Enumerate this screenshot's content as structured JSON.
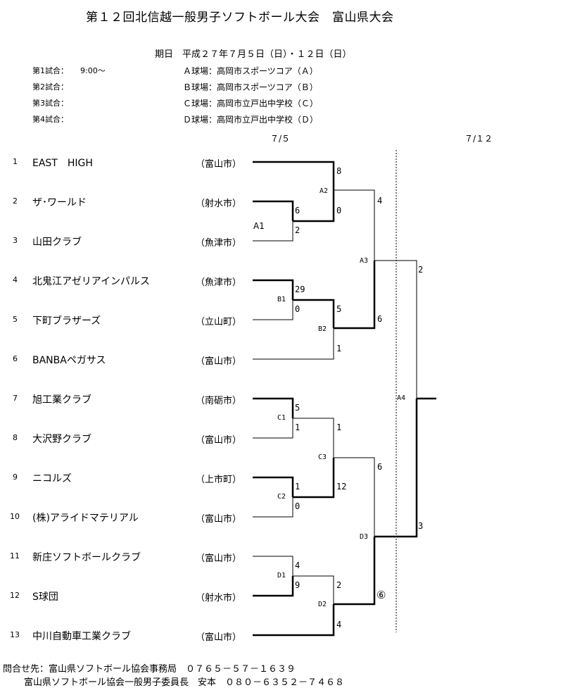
{
  "title": "第１２回北信越一般男子ソフトボール大会　富山県大会",
  "dates_line": "期日　平成２７年７月５日（日）・１２日（日）",
  "schedule": [
    {
      "label": "第1試合：",
      "time": "9:00～"
    },
    {
      "label": "第2試合：",
      "time": ""
    },
    {
      "label": "第3試合：",
      "time": ""
    },
    {
      "label": "第4試合：",
      "time": ""
    }
  ],
  "venues": [
    "Ａ球場：高岡市スポーツコア（Ａ）",
    "Ｂ球場：高岡市スポーツコア（Ｂ）",
    "Ｃ球場：高岡市立戸出中学校（Ｃ）",
    "Ｄ球場：高岡市立戸出中学校（Ｄ）"
  ],
  "day_labels": {
    "day1": "７/５",
    "day2": "７/１２"
  },
  "teams": [
    {
      "num": "1",
      "name": "EAST　HIGH",
      "city": "（富山市）"
    },
    {
      "num": "2",
      "name": "ザ･ワールド",
      "city": "（射水市）"
    },
    {
      "num": "3",
      "name": "山田クラブ",
      "city": "（魚津市）"
    },
    {
      "num": "4",
      "name": "北鬼江アゼリアインパルス",
      "city": "（魚津市）"
    },
    {
      "num": "5",
      "name": "下町ブラザーズ",
      "city": "（立山町）"
    },
    {
      "num": "6",
      "name": "BANBAペガサス",
      "city": "（富山市）"
    },
    {
      "num": "7",
      "name": "旭工業クラブ",
      "city": "（南砺市）"
    },
    {
      "num": "8",
      "name": "大沢野クラブ",
      "city": "（富山市）"
    },
    {
      "num": "9",
      "name": "ニコルズ",
      "city": "（上市町）"
    },
    {
      "num": "10",
      "name": "(株)アライドマテリアル",
      "city": "（富山市）"
    },
    {
      "num": "11",
      "name": "新庄ソフトボールクラブ",
      "city": "（富山市）"
    },
    {
      "num": "12",
      "name": "S球団",
      "city": "（射水市）"
    },
    {
      "num": "13",
      "name": "中川自動車工業クラブ",
      "city": "（富山市）"
    }
  ],
  "games": {
    "A1": {
      "label": "A1",
      "top": "6",
      "bottom": "2"
    },
    "A2": {
      "label": "A2",
      "top": "8",
      "bottom": "0"
    },
    "A3": {
      "label": "A3",
      "top": "4",
      "bottom": "6"
    },
    "B1": {
      "label": "B1",
      "top": "29",
      "bottom": "0"
    },
    "B2": {
      "label": "B2",
      "top": "5",
      "bottom": "1"
    },
    "C1": {
      "label": "C1",
      "top": "5",
      "bottom": "1"
    },
    "C2": {
      "label": "C2",
      "top": "1",
      "bottom": "0"
    },
    "C3": {
      "label": "C3",
      "top": "1",
      "bottom": "12"
    },
    "D1": {
      "label": "D1",
      "top": "4",
      "bottom": "9"
    },
    "D2": {
      "label": "D2",
      "top": "2",
      "bottom": "4"
    },
    "D3": {
      "label": "D3",
      "top": "6",
      "bottom": "⑥"
    },
    "A4": {
      "label": "A4",
      "top": "2",
      "bottom": "3"
    }
  },
  "contact": {
    "line1": "問合せ先：富山県ソフトボール協会事務局　０７６５－５７－１６３９",
    "line2": "富山県ソフトボール協会一般男子委員長　安本　０８０－６３５２－７４６８"
  }
}
